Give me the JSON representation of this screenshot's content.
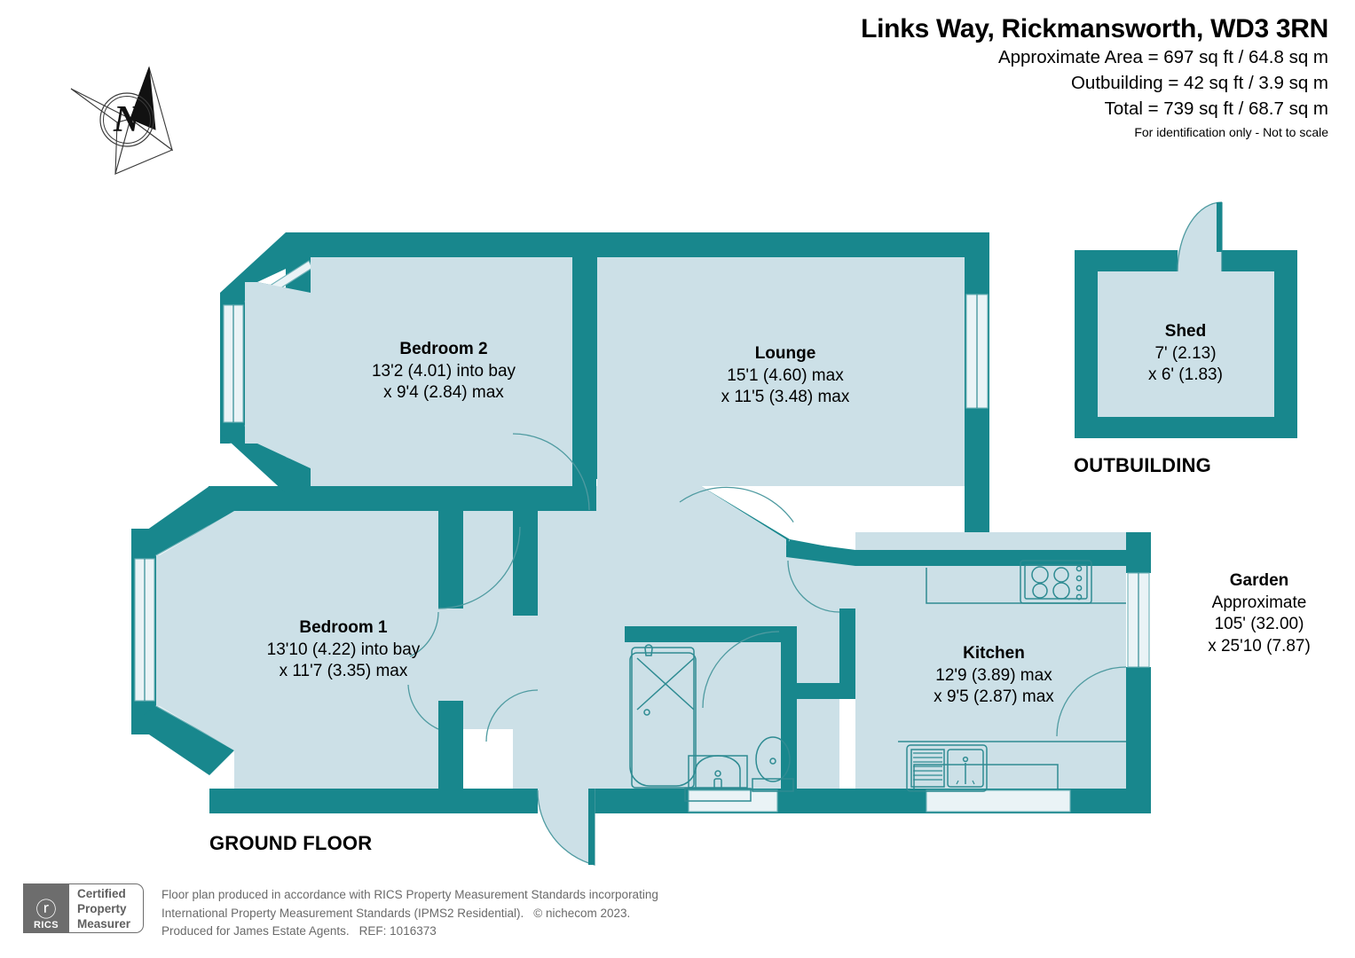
{
  "header": {
    "address": "Links Way, Rickmansworth, WD3 3RN",
    "approx_area": "Approximate Area = 697 sq ft / 64.8 sq m",
    "outbuilding_area": "Outbuilding = 42 sq ft / 3.9 sq m",
    "total_area": "Total = 739 sq ft / 68.7 sq m",
    "disclaimer": "For identification only - Not to scale"
  },
  "compass": {
    "label": "N",
    "icon": "compass-rose-icon"
  },
  "rooms": {
    "bedroom2": {
      "name": "Bedroom 2",
      "dim1": "13'2 (4.01) into bay",
      "dim2": "x 9'4 (2.84) max"
    },
    "lounge": {
      "name": "Lounge",
      "dim1": "15'1 (4.60) max",
      "dim2": "x 11'5 (3.48) max"
    },
    "bedroom1": {
      "name": "Bedroom 1",
      "dim1": "13'10 (4.22) into bay",
      "dim2": "x 11'7 (3.35) max"
    },
    "kitchen": {
      "name": "Kitchen",
      "dim1": "12'9 (3.89) max",
      "dim2": "x 9'5 (2.87) max"
    },
    "shed": {
      "name": "Shed",
      "dim1": "7' (2.13)",
      "dim2": "x 6' (1.83)"
    },
    "garden": {
      "name": "Garden",
      "dim1": "Approximate",
      "dim2": "105' (32.00)",
      "dim3": "x 25'10 (7.87)"
    }
  },
  "floor_labels": {
    "ground_floor": "GROUND FLOOR",
    "outbuilding": "OUTBUILDING"
  },
  "footer": {
    "rics_symbol": "ⓡ",
    "rics_word": "RICS",
    "cert_line1": "Certified",
    "cert_line2": "Property",
    "cert_line3": "Measurer",
    "text_line1": "Floor plan produced in accordance with RICS Property Measurement Standards incorporating",
    "text_line2a": "International Property Measurement Standards (IPMS2 Residential).",
    "text_line2b": "© nichecom 2023.",
    "text_line3a": "Produced for James Estate Agents.",
    "text_line3b": "REF: 1016373"
  },
  "colors": {
    "wall": "#18878d",
    "room_fill": "#cce0e7",
    "fixture_stroke": "#2e8b92",
    "text": "#000000",
    "footer_text": "#6a6a6a"
  }
}
